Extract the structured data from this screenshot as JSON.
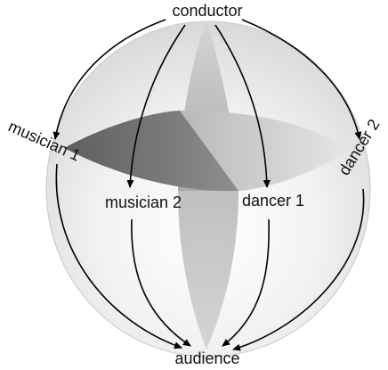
{
  "nodes": {
    "conductor": "conductor",
    "musician1": "musician 1",
    "musician2": "musician 2",
    "dancer1": "dancer 1",
    "dancer2": "dancer 2",
    "audience": "audience"
  }
}
